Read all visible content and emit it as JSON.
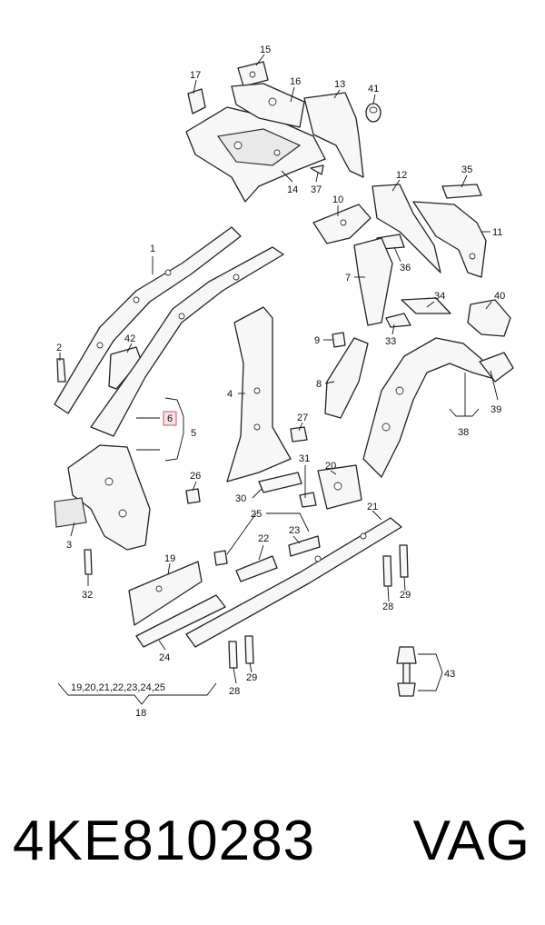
{
  "callouts": {
    "c1": "1",
    "c2": "2",
    "c3": "3",
    "c4": "4",
    "c5": "5",
    "c6": "6",
    "c7": "7",
    "c8": "8",
    "c9": "9",
    "c10": "10",
    "c11": "11",
    "c12": "12",
    "c13": "13",
    "c14": "14",
    "c15": "15",
    "c16": "16",
    "c17": "17",
    "c18": "18",
    "c19": "19",
    "c20": "20",
    "c21": "21",
    "c22": "22",
    "c23": "23",
    "c24": "24",
    "c25": "25",
    "c26": "26",
    "c27": "27",
    "c28a": "28",
    "c28b": "28",
    "c29a": "29",
    "c29b": "29",
    "c30": "30",
    "c31": "31",
    "c32": "32",
    "c33": "33",
    "c34": "34",
    "c35": "35",
    "c36": "36",
    "c37": "37",
    "c38": "38",
    "c39": "39",
    "c40": "40",
    "c41": "41",
    "c42": "42",
    "c43": "43",
    "group18": "19,20,21,22,23,24,25"
  },
  "highlight": {
    "callout": "6",
    "color": "#d64a6c"
  },
  "footer": {
    "part_number": "4KE810283",
    "brand": "VAG"
  }
}
